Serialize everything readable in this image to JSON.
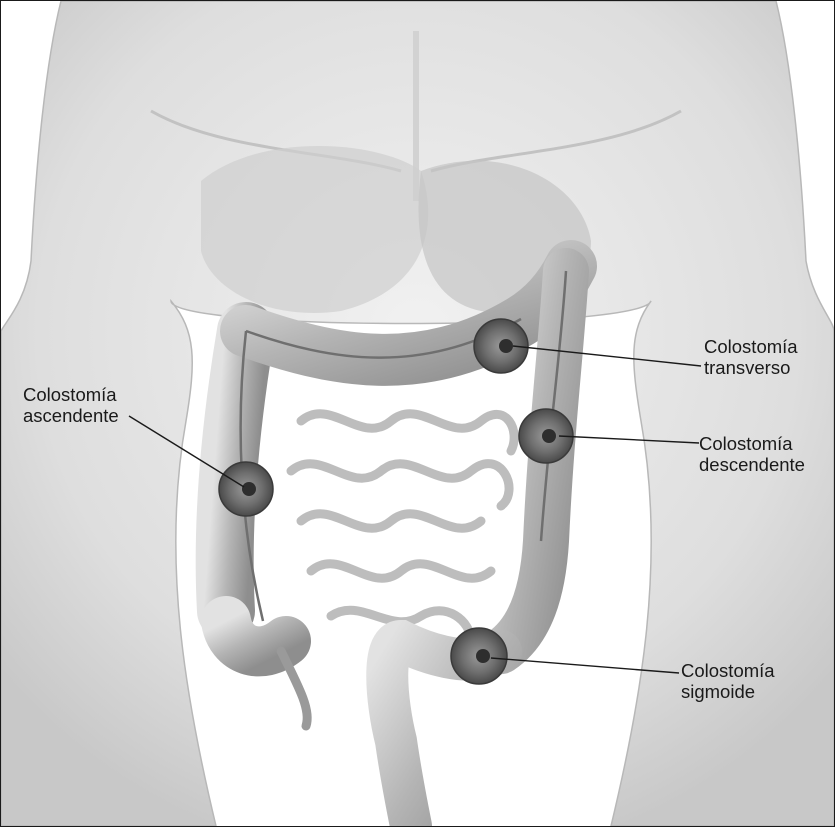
{
  "labels": {
    "transverso": {
      "line1": "Colostomía",
      "line2": "transverso"
    },
    "ascendente": {
      "line1": "Colostomía",
      "line2": "ascendente"
    },
    "descendente": {
      "line1": "Colostomía",
      "line2": "descendente"
    },
    "sigmoide": {
      "line1": "Colostomía",
      "line2": "sigmoide"
    }
  },
  "colors": {
    "body_light": "#e8e8e8",
    "body_mid": "#c9c9c9",
    "colon": "#bdbdbd",
    "stoma": "#6e6e6e",
    "text": "#1a1a1a"
  }
}
